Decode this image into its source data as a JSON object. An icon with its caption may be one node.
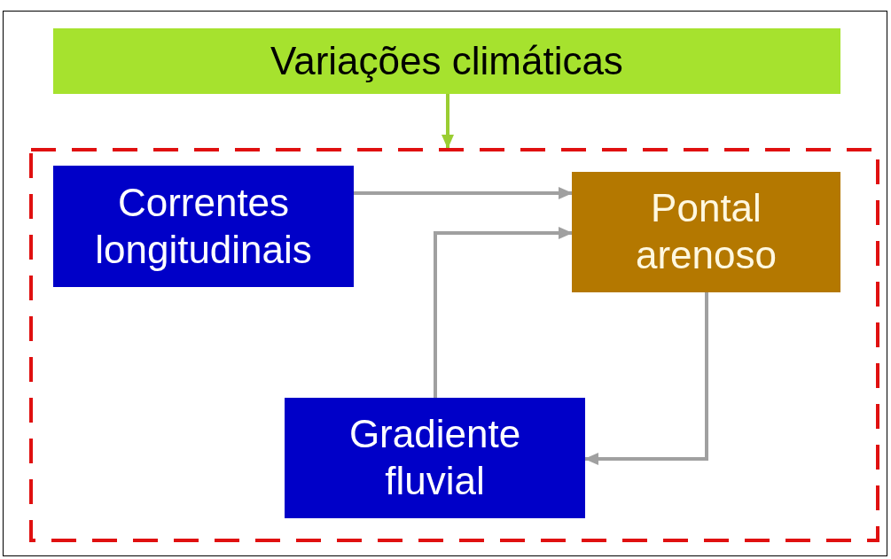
{
  "diagram": {
    "nodes": [
      {
        "text": [
          "Variações climáticas"
        ]
      },
      {
        "text": [],
        "shape": "box"
      },
      {
        "text": [
          "Correntes longitudinais"
        ],
        "in": 1
      },
      {
        "text": [
          "Pontal arenoso"
        ],
        "in": 1
      },
      {
        "text": [
          "Gradiente fluvial"
        ],
        "in": 1
      }
    ],
    "edges": [
      {
        "from": 0,
        "to": 1,
        "arrow": "to",
        "color": "#9acd32"
      },
      {
        "from": 2,
        "to": 3,
        "arrow": "to"
      },
      {
        "from": 4,
        "to": 3,
        "arrow": "to"
      },
      {
        "from": 3,
        "to": 4,
        "arrow": "to"
      }
    ]
  }
}
